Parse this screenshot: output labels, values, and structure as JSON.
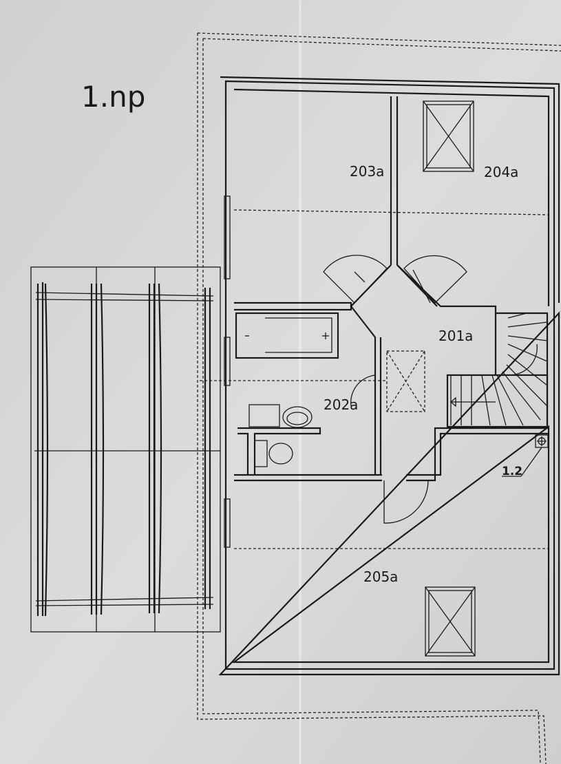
{
  "drawing": {
    "floor_label": "1.np",
    "rooms": [
      {
        "id": "203a"
      },
      {
        "id": "204a"
      },
      {
        "id": "201a"
      },
      {
        "id": "202a"
      },
      {
        "id": "205a"
      }
    ],
    "annotation": "1.2",
    "colors": {
      "paper": "#d6d6d6",
      "ink": "#1a1a1a"
    }
  }
}
